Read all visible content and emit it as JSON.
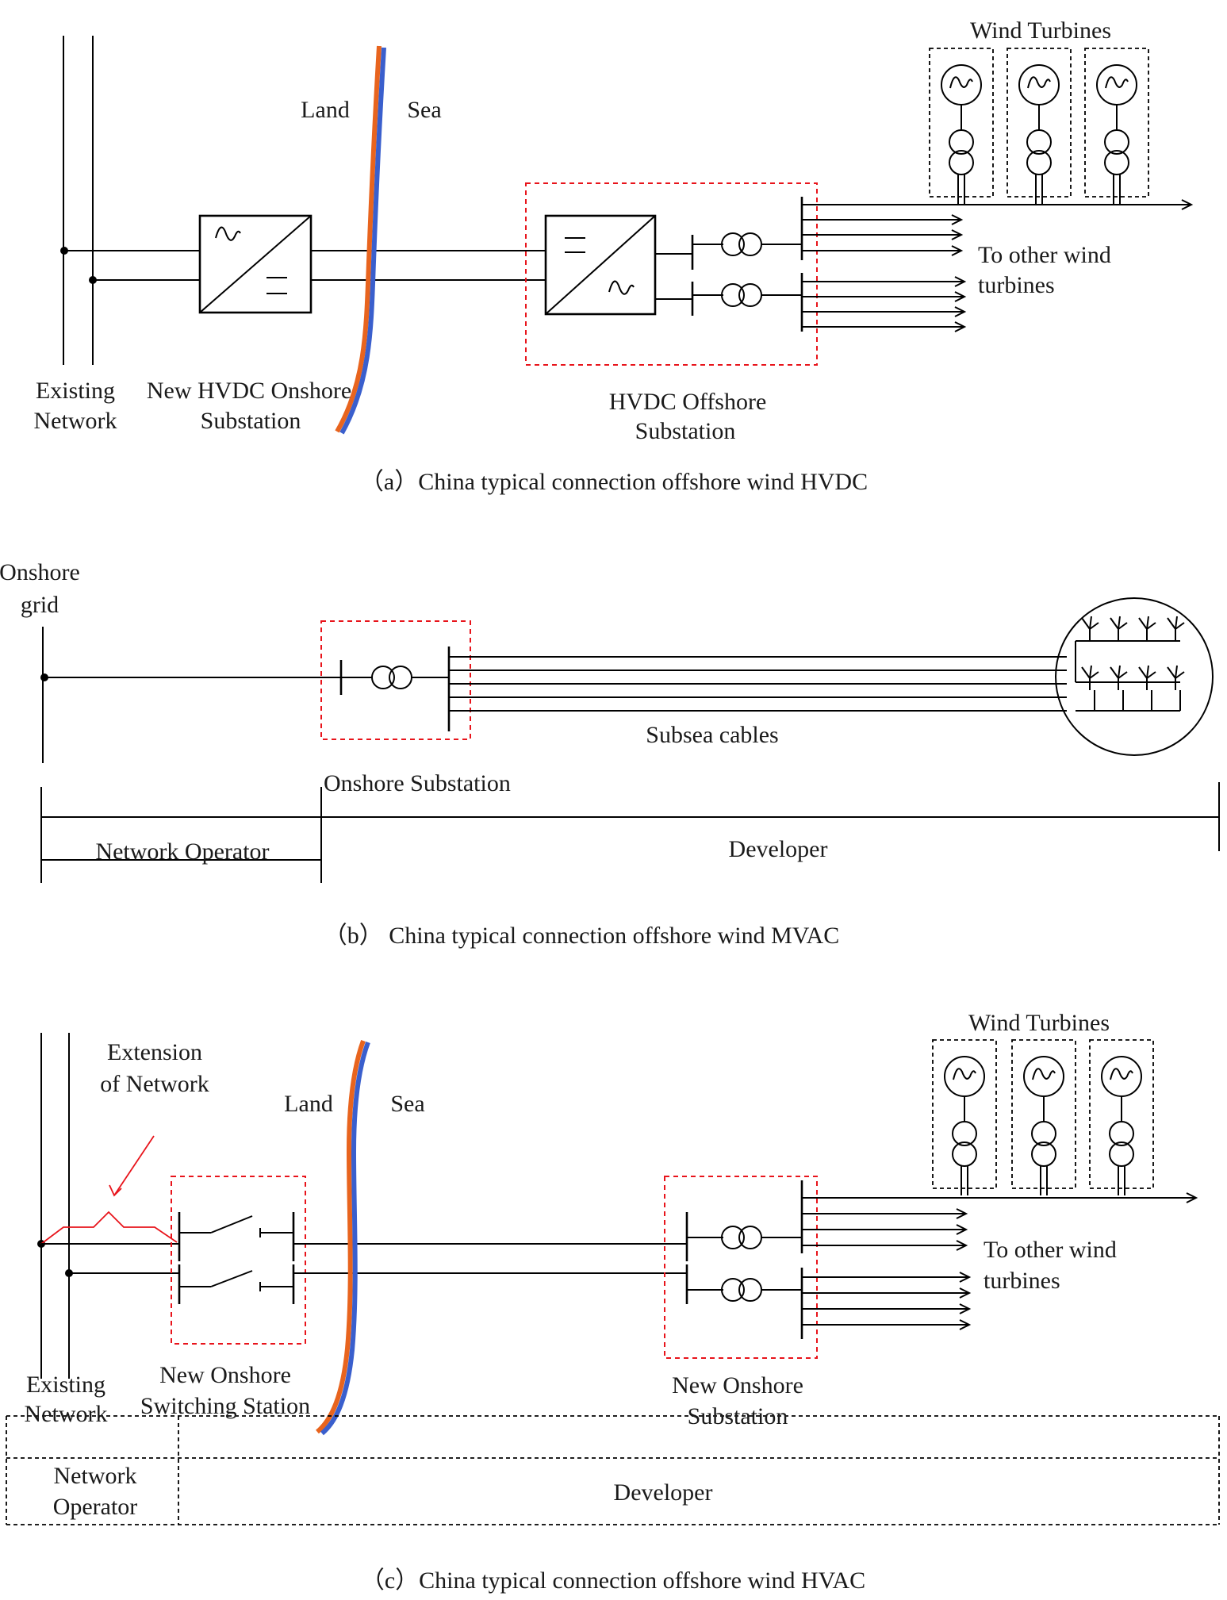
{
  "panel_a": {
    "wind_turbines": "Wind Turbines",
    "land": "Land",
    "sea": "Sea",
    "to_other_1": "To other wind",
    "to_other_2": "turbines",
    "existing_1": "Existing",
    "existing_2": "Network",
    "onshore_1": "New HVDC Onshore",
    "onshore_2": "Substation",
    "offshore_1": "HVDC Offshore",
    "offshore_2": "Substation",
    "caption": "（a）China typical connection offshore wind HVDC"
  },
  "panel_b": {
    "grid_1": "Onshore",
    "grid_2": "grid",
    "subsea": "Subsea cables",
    "onshore_sub": "Onshore Substation",
    "operator": "Network Operator",
    "developer": "Developer",
    "caption": "（b） China typical connection offshore wind MVAC"
  },
  "panel_c": {
    "extension_1": "Extension",
    "extension_2": "of Network",
    "land": "Land",
    "sea": "Sea",
    "wind_turbines": "Wind Turbines",
    "to_other_1": "To other wind",
    "to_other_2": "turbines",
    "existing_1": "Existing",
    "existing_2": "Network",
    "switching_1": "New Onshore",
    "switching_2": "Switching Station",
    "substation_1": "New Onshore",
    "substation_2": "Substation",
    "operator_1": "Network",
    "operator_2": "Operator",
    "developer": "Developer",
    "caption": "（c）China typical connection offshore wind HVAC"
  },
  "colors": {
    "red_box": "#e8141b",
    "coast_orange": "#e8641e",
    "coast_blue": "#3a5fcd"
  }
}
